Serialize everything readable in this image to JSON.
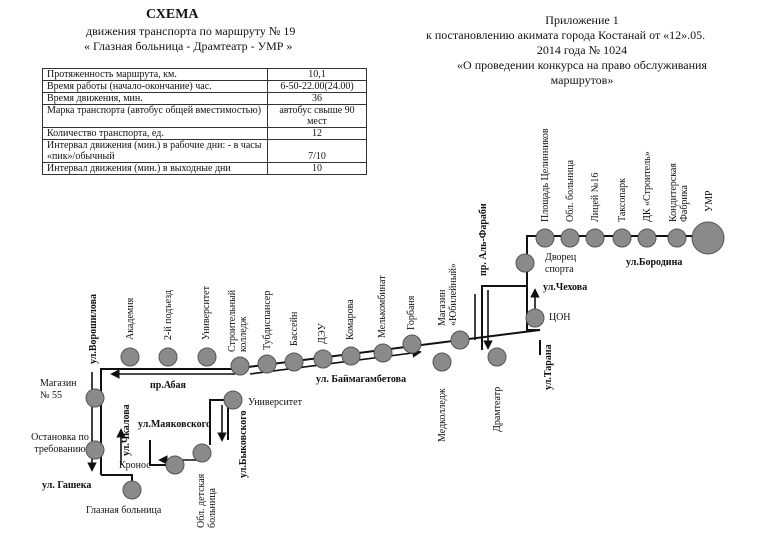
{
  "header": {
    "title": "СХЕМА",
    "line2": "движения транспорта по маршруту № 19",
    "line3": "« Глазная больница - Драмтеатр - УМР »"
  },
  "appendix": {
    "line1": "Приложение 1",
    "line2": "к постановлению акимата города Костанай от «12».05.",
    "line3": "2014 года № 1024",
    "line4": "«О проведении конкурса на право обслуживания",
    "line5": "маршрутов»"
  },
  "info_table": [
    {
      "label": "Протяженность маршрута, км.",
      "value": "10,1"
    },
    {
      "label": "Время работы (начало-окончание) час.",
      "value": "6-50-22.00(24.00)"
    },
    {
      "label": "Время движения, мин.",
      "value": "36"
    },
    {
      "label": "Марка транспорта (автобус общей вместимостью)",
      "value": "автобус свыше 90 мест"
    },
    {
      "label": "Количество транспорта, ед.",
      "value": "12"
    },
    {
      "label": "Интервал движения (мин.) в рабочие дни: - в часы «пик»/обычный",
      "value": "7/10"
    },
    {
      "label": "Интервал движения (мин.) в выходные дни",
      "value": "10"
    }
  ],
  "streets": {
    "voroshilova": "ул.Ворошилова",
    "abaya": "пр.Абая",
    "chkalova": "ул.Чкалова",
    "mayakovskogo": "ул.Маяковского",
    "bykovskogo": "ул.Быковского",
    "gasheka": "ул. Гашека",
    "baymagambetova": "ул. Баймагамбетова",
    "alfarabi": "пр. Аль-Фараби",
    "chekhova": "ул.Чехова",
    "tarana": "ул.Тарана",
    "borodina": "ул.Бородина"
  },
  "stops": {
    "magazin55": "Магазин № 55",
    "ostanovka": "Остановка по требованию",
    "glaznaya": "Глазная больница",
    "kronos": "Кронос",
    "obl_det_bolnica": "Обл. детская больница",
    "universitet_h": "Университет",
    "akademiya": "Академия",
    "podezd": "2-й подъезд",
    "universitet_v": "Университет",
    "stroit_kolledzh": "Строительный колледж",
    "tubdispanser": "Тубдиспансер",
    "basseyn": "Бассейн",
    "dzu": "ДЭУ",
    "komarova": "Комарова",
    "melkombinat": "Мелькомбинат",
    "gorbanya": "Горбаня",
    "medkolledzh": "Медколледж",
    "magazin_yubil": "Магазин «Юбилейный»",
    "dramteatr": "Драмтеатр",
    "con": "ЦОН",
    "dvorec_sporta": "Дворец спорта",
    "ploshad": "Площадь Целинников",
    "obl_bolnica": "Обл. больница",
    "licey": "Лицей №16",
    "taksopark": "Таксопарк",
    "dk_stroitel": "ДК «Строитель»",
    "konditer": "Кондитерская Фабрика",
    "umr": "УМР"
  }
}
